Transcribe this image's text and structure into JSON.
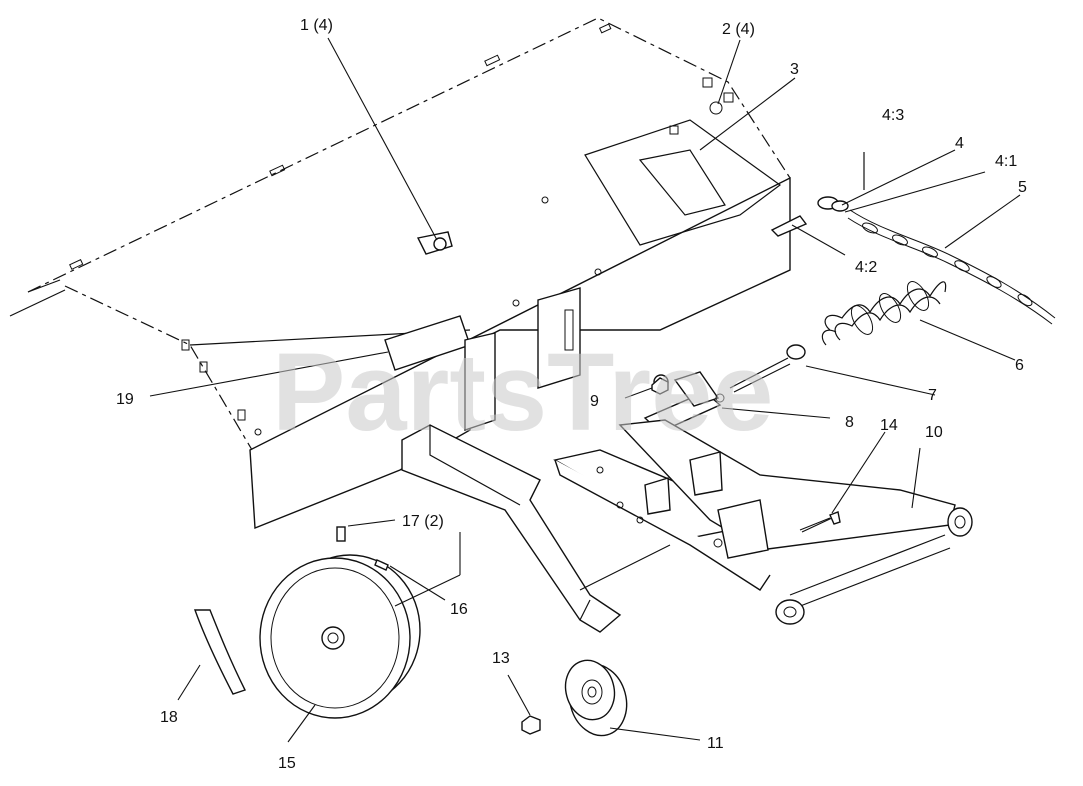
{
  "watermark": "PartsTree",
  "callouts": {
    "c1": "1 (4)",
    "c2": "2 (4)",
    "c3": "3",
    "c4_3": "4:3",
    "c4": "4",
    "c4_1": "4:1",
    "c5": "5",
    "c4_2": "4:2",
    "c6": "6",
    "c7": "7",
    "c8": "8",
    "c9": "9",
    "c10": "10",
    "c14": "14",
    "c19": "19",
    "c17": "17 (2)",
    "c16": "16",
    "c13": "13",
    "c11": "11",
    "c18": "18",
    "c15": "15"
  }
}
